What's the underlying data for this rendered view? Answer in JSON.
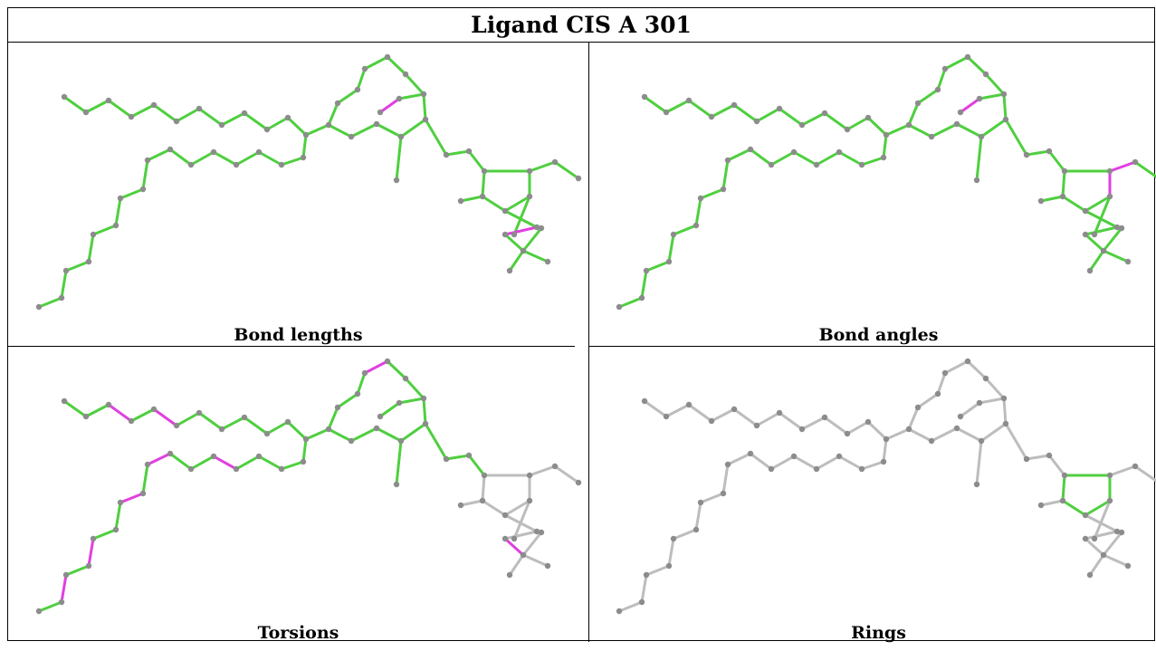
{
  "title": "Ligand CIS A 301",
  "panels": [
    {
      "id": "bond-lengths",
      "caption": "Bond lengths"
    },
    {
      "id": "bond-angles",
      "caption": "Bond angles"
    },
    {
      "id": "torsions",
      "caption": "Torsions"
    },
    {
      "id": "rings",
      "caption": "Rings"
    }
  ],
  "colors": {
    "ok_bond": "#4fcf3f",
    "outlier_bond": "#e040e0",
    "neutral_bond": "#bdbdbd",
    "atom": "#8c8c8c"
  }
}
